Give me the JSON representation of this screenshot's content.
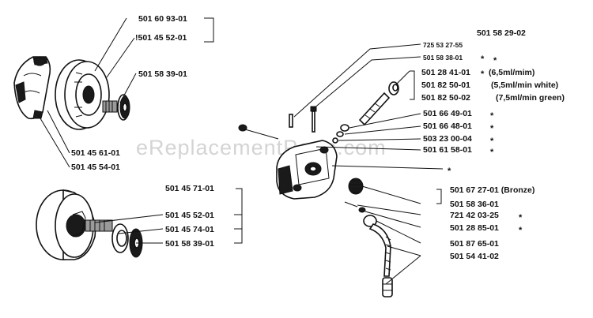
{
  "watermark": "eReplacementParts.com",
  "labels": {
    "n5016093": "501 60 93-01",
    "n5014552a": "!501 45 52-01",
    "n5015839a": "501 58 39-01",
    "n5014561": "501 45 61-01",
    "n5014554": "501 45 54-01",
    "n5014571": "501 45 71-01",
    "n5014552b": "501 45 52-01",
    "n5014574": "501 45 74-01",
    "n5015839b": "501 58 39-01",
    "n5015829": "501 58 29-02",
    "n7255327": "725 53 27-55",
    "n5015838": "501 58 38-01",
    "n5012841": "501 28 41-01",
    "n5012841_note": "(6,5ml/mim)",
    "n5018250a": "501 82 50-01",
    "n5018250a_note": "(5,5ml/min white)",
    "n5018250b": "501 82 50-02",
    "n5018250b_note": "(7,5ml/min green)",
    "n5016649": "501 66 49-01",
    "n5016648": "501 66 48-01",
    "n5032300": "503 23 00-04",
    "n5016158": "501 61 58-01",
    "n5016727": "501 67 27-01 (Bronze)",
    "n5015836": "501 58 36-01",
    "n7214203": "721 42 03-25",
    "n5012885": "501 28 85-01",
    "n5018765": "501 87 65-01",
    "n5015441": "501 54 41-02"
  },
  "marks": {
    "star": "*",
    "star_small": "*"
  }
}
